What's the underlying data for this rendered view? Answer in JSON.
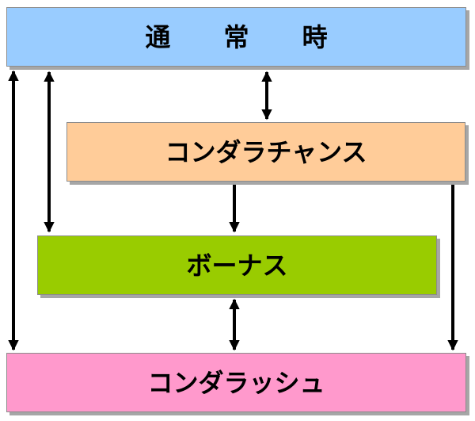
{
  "diagram": {
    "nodes": [
      {
        "id": "normal",
        "label": "通 常 時",
        "color": "#99ccff"
      },
      {
        "id": "chance",
        "label": "コンダラチャンス",
        "color": "#ffcc99"
      },
      {
        "id": "bonus",
        "label": "ボーナス",
        "color": "#99cc00"
      },
      {
        "id": "rush",
        "label": "コンダラッシュ",
        "color": "#ff99cc"
      }
    ],
    "edges": [
      {
        "from": "normal",
        "to": "rush",
        "direction": "both"
      },
      {
        "from": "normal",
        "to": "bonus",
        "direction": "both"
      },
      {
        "from": "normal",
        "to": "chance",
        "direction": "both"
      },
      {
        "from": "chance",
        "to": "bonus",
        "direction": "forward"
      },
      {
        "from": "chance",
        "to": "rush",
        "direction": "forward"
      },
      {
        "from": "bonus",
        "to": "rush",
        "direction": "both"
      }
    ],
    "arrow_color": "#000000",
    "border_color": "#8c8c8c",
    "shadow_color": "#a6a6a6"
  }
}
